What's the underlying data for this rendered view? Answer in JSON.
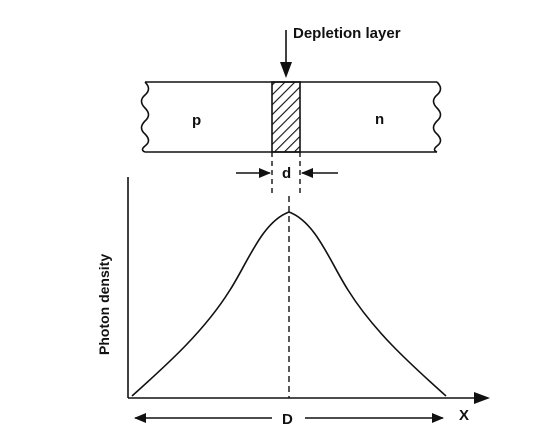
{
  "diagram": {
    "top_label": "Depletion layer",
    "p_region_label": "p",
    "n_region_label": "n",
    "width_label": "d",
    "y_axis_label": "Photon density",
    "x_axis_label": "X",
    "span_label": "D"
  }
}
